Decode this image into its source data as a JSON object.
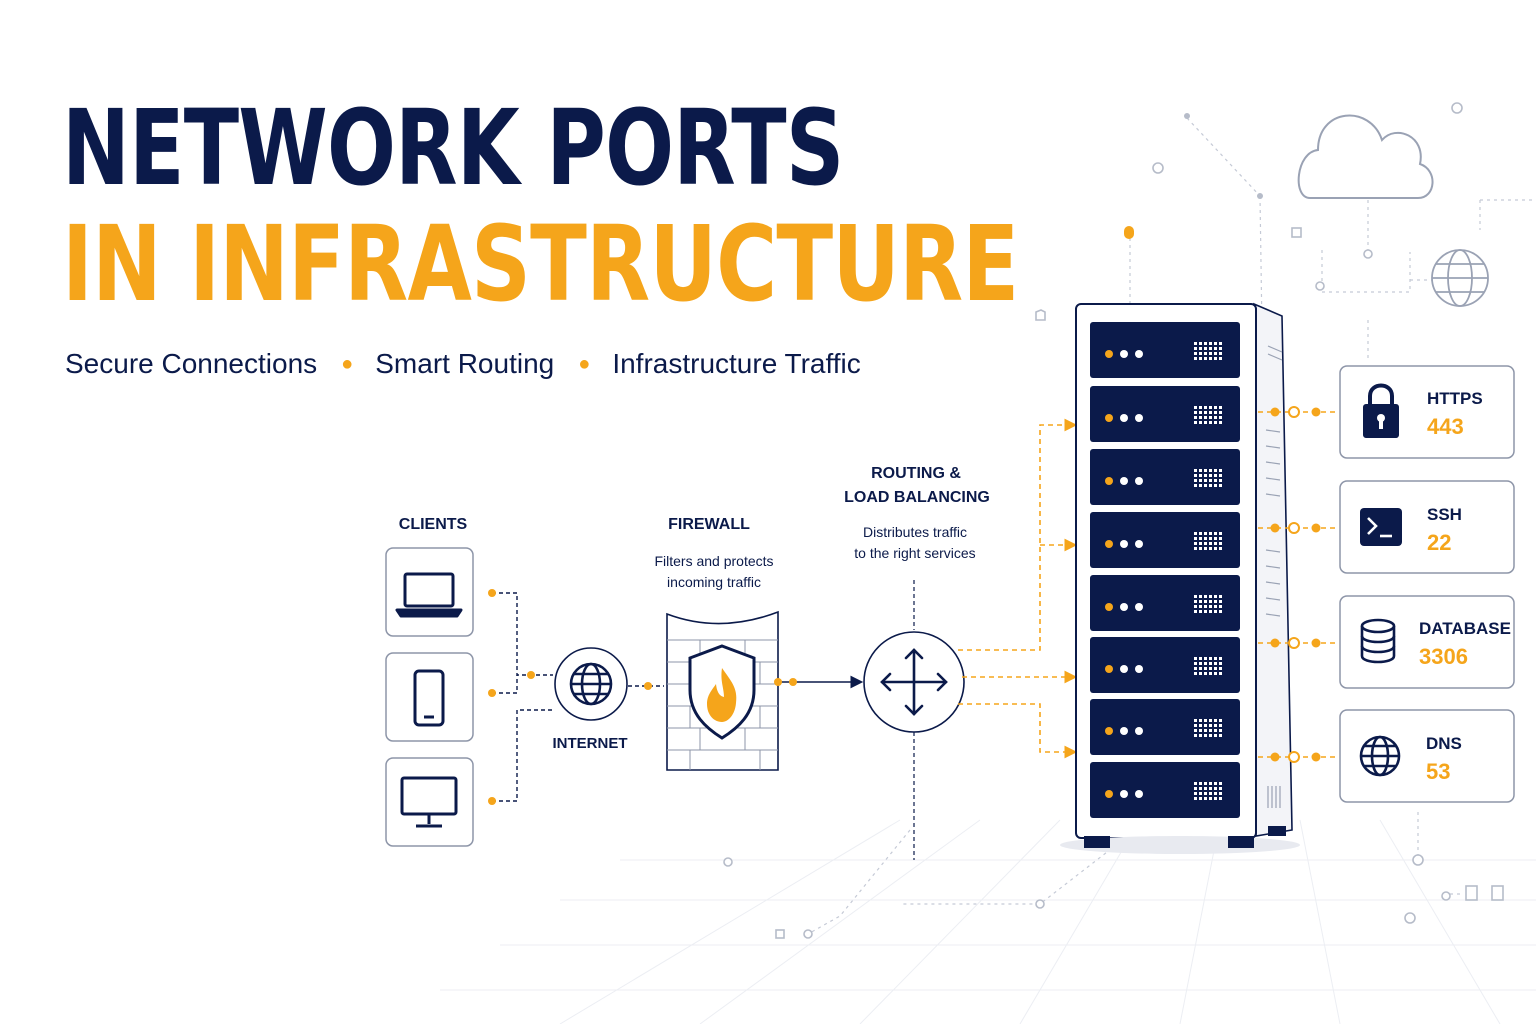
{
  "title": {
    "line1": "NETWORK PORTS",
    "line2": "IN INFRASTRUCTURE"
  },
  "taglines": [
    "Secure Connections",
    "Smart Routing",
    "Infrastructure Traffic"
  ],
  "nodes": {
    "clients": {
      "label": "CLIENTS"
    },
    "internet": {
      "label": "INTERNET"
    },
    "firewall": {
      "label": "FIREWALL",
      "desc_line1": "Filters and protects",
      "desc_line2": "incoming traffic"
    },
    "routing": {
      "label_line1": "ROUTING &",
      "label_line2": "LOAD BALANCING",
      "desc_line1": "Distributes traffic",
      "desc_line2": "to the right services"
    }
  },
  "ports": [
    {
      "name": "HTTPS",
      "port": "443",
      "icon": "lock-icon"
    },
    {
      "name": "SSH",
      "port": "22",
      "icon": "terminal-icon"
    },
    {
      "name": "DATABASE",
      "port": "3306",
      "icon": "database-icon"
    },
    {
      "name": "DNS",
      "port": "53",
      "icon": "globe-icon"
    }
  ],
  "colors": {
    "navy": "#0b1a4a",
    "orange": "#f5a51b",
    "line_gray": "#c5cad6"
  }
}
